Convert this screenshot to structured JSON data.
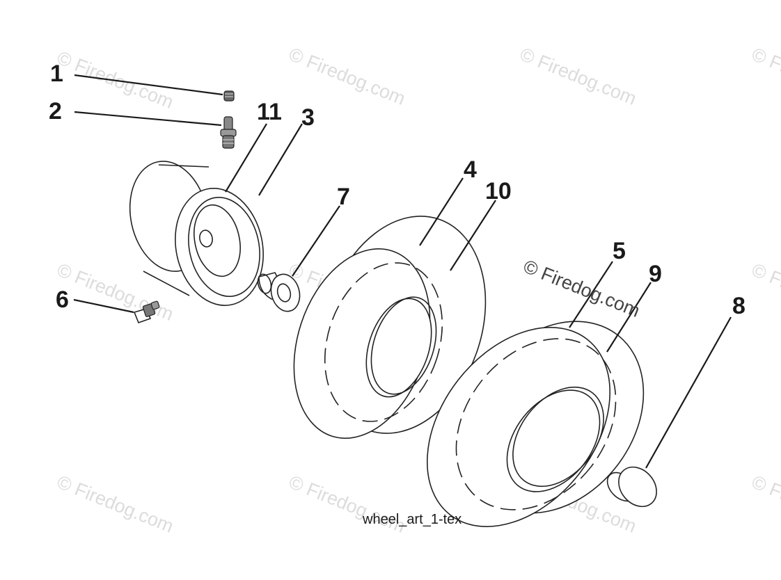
{
  "watermark": {
    "text": "© Firedog.com"
  },
  "callouts": [
    {
      "id": "1",
      "label": "1"
    },
    {
      "id": "2",
      "label": "2"
    },
    {
      "id": "11",
      "label": "11"
    },
    {
      "id": "3",
      "label": "3"
    },
    {
      "id": "7",
      "label": "7"
    },
    {
      "id": "4",
      "label": "4"
    },
    {
      "id": "10",
      "label": "10"
    },
    {
      "id": "6",
      "label": "6"
    },
    {
      "id": "5",
      "label": "5"
    },
    {
      "id": "9",
      "label": "9"
    },
    {
      "id": "8",
      "label": "8"
    }
  ],
  "caption": "wheel_art_1-tex"
}
